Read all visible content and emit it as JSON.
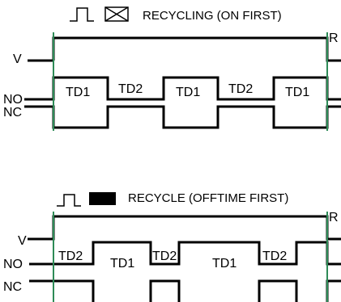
{
  "diagram1": {
    "title": "RECYCLING (ON FIRST)",
    "row_labels": {
      "v": "V",
      "no": "NO",
      "nc": "NC",
      "reset": "R"
    },
    "intervals": [
      "TD1",
      "TD2",
      "TD1",
      "TD2",
      "TD1"
    ]
  },
  "diagram2": {
    "title": "RECYCLE (OFFTIME FIRST)",
    "row_labels": {
      "v": "V",
      "no": "NO",
      "nc": "NC",
      "reset": "R"
    },
    "intervals": [
      "TD2",
      "TD1",
      "TD2",
      "TD1",
      "TD2"
    ]
  },
  "colors": {
    "marker": "#2e8b57",
    "line": "#000000"
  },
  "icons": [
    "pulse-icon",
    "crossed-box-icon",
    "pulse-icon",
    "filled-box-icon"
  ]
}
